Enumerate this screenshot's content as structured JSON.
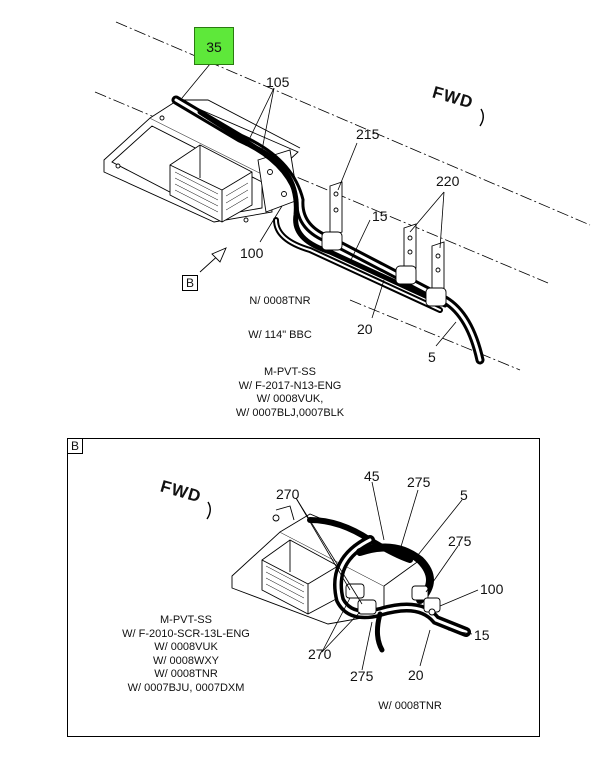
{
  "highlight_callout": "35",
  "main_view": {
    "fwd_label": "FWD",
    "callouts": {
      "c105": "105",
      "c215": "215",
      "c220": "220",
      "c15": "15",
      "c100": "100",
      "c20": "20",
      "c5": "5"
    },
    "detail_ref": "B",
    "notes": {
      "n1": "N/ 0008TNR",
      "n2": "W/ 114\" BBC",
      "n3_lines": [
        "M-PVT-SS",
        "W/ F-2017-N13-ENG",
        "W/ 0008VUK,",
        "W/ 0007BLJ,0007BLK"
      ]
    }
  },
  "detail_view": {
    "label": "B",
    "fwd_label": "FWD",
    "callouts": {
      "c270a": "270",
      "c45": "45",
      "c275a": "275",
      "c5": "5",
      "c275b": "275",
      "c100": "100",
      "c15": "15",
      "c270b": "270",
      "c275c": "275",
      "c20": "20"
    },
    "notes": {
      "left_lines": [
        "M-PVT-SS",
        "W/ F-2010-SCR-13L-ENG",
        "W/ 0008VUK",
        "W/ 0008WXY",
        "W/ 0008TNR",
        "W/ 0007BJU, 0007DXM"
      ],
      "bottom": "W/ 0008TNR"
    }
  },
  "colors": {
    "highlight": "#5ee83a",
    "line": "#000000"
  }
}
